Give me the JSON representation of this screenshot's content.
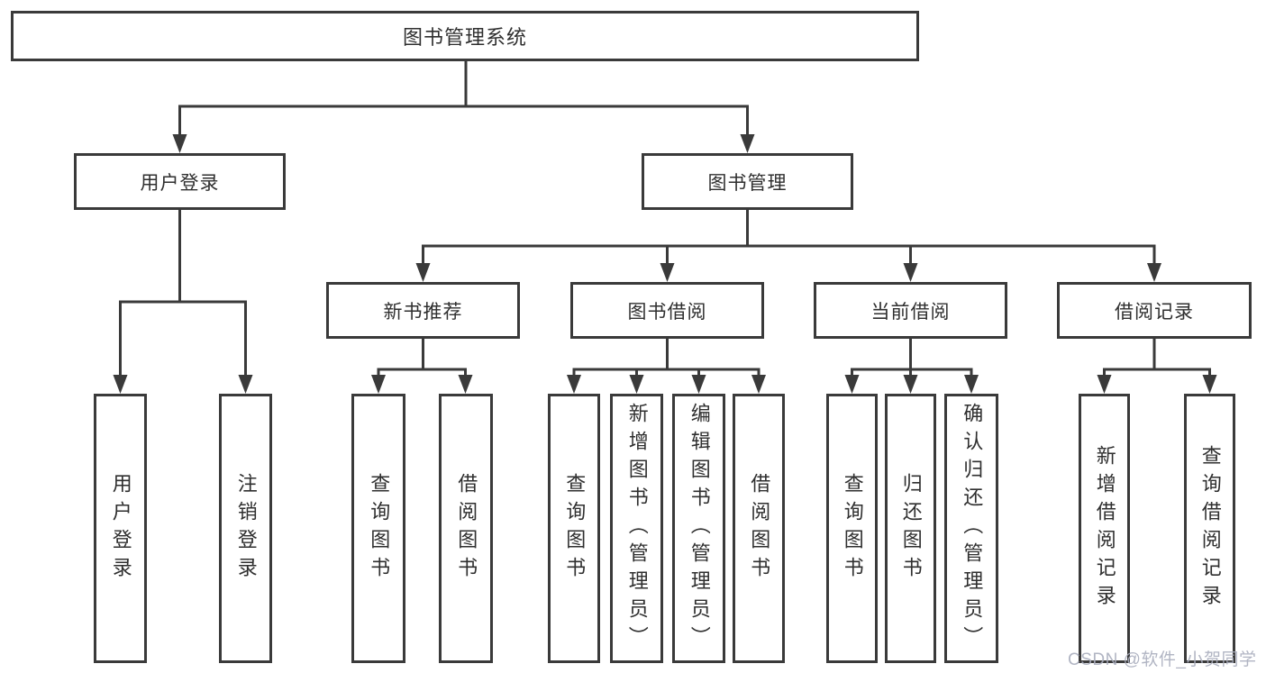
{
  "diagram": {
    "root": "图书管理系统",
    "branches": [
      {
        "label": "用户登录",
        "children": [
          "用户登录",
          "注销登录"
        ]
      },
      {
        "label": "图书管理",
        "children": [
          {
            "label": "新书推荐",
            "children": [
              "查询图书",
              "借阅图书"
            ]
          },
          {
            "label": "图书借阅",
            "children": [
              "查询图书",
              "新增图书（管理员）",
              "编辑图书（管理员）",
              "借阅图书"
            ]
          },
          {
            "label": "当前借阅",
            "children": [
              "查询图书",
              "归还图书",
              "确认归还（管理员）"
            ]
          },
          {
            "label": "借阅记录",
            "children": [
              "新增借阅记录",
              "查询借阅记录"
            ]
          }
        ]
      }
    ]
  },
  "watermark": {
    "text": "CSDN @软件_小贺同学"
  },
  "colors": {
    "line": "#3a3a3a",
    "box_background": "#ffffff",
    "text": "#2f2f2f",
    "watermark": "#a9adbd"
  }
}
